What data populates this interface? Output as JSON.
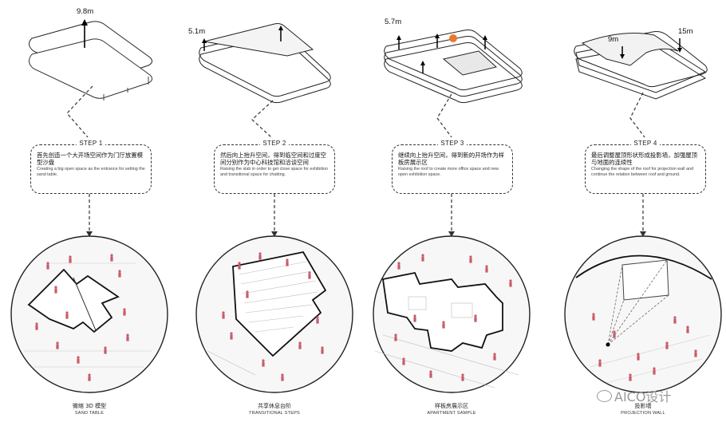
{
  "heights": [
    "9.8m",
    "5.1m",
    "5.7m",
    "9m",
    "15m"
  ],
  "steps": [
    {
      "title": "STEP 1",
      "cn": "首先创造一个大开场空间作为门厅放置模型沙盘",
      "en": "Creating a big open space as the entrance for setting the sand table."
    },
    {
      "title": "STEP 2",
      "cn": "然后向上抬升空间，得到临空间和过度空间分别作为中心科技馆和洽谈空间",
      "en": "Raising the slab in order to get close space for exhibition and transitional space for chatting."
    },
    {
      "title": "STEP 3",
      "cn": "继续向上抬升空间，得到新的开场作为样板房展示区",
      "en": "Raising the roof to create more office space and new open exhibition space."
    },
    {
      "title": "STEP 4",
      "cn": "最后调整屋顶形状形成投影墙，加强屋顶与地面的连续性",
      "en": "Changing the shape of the roof for projection wall and continue the relation between roof and ground."
    }
  ],
  "captions": [
    {
      "cn": "微缩 3D 模型",
      "en": "SAND TABLE"
    },
    {
      "cn": "共享休息台阶",
      "en": "TRANSITIONAL STEPS"
    },
    {
      "cn": "样板房展示区",
      "en": "APARTMENT SAMPLE"
    },
    {
      "cn": "投影墙",
      "en": "PROJECTION WALL"
    }
  ],
  "watermark": "AICO设计",
  "colors": {
    "figure": "#c95a6a",
    "line": "#222222",
    "dash": "#333333",
    "sun": "#e87a2e"
  }
}
